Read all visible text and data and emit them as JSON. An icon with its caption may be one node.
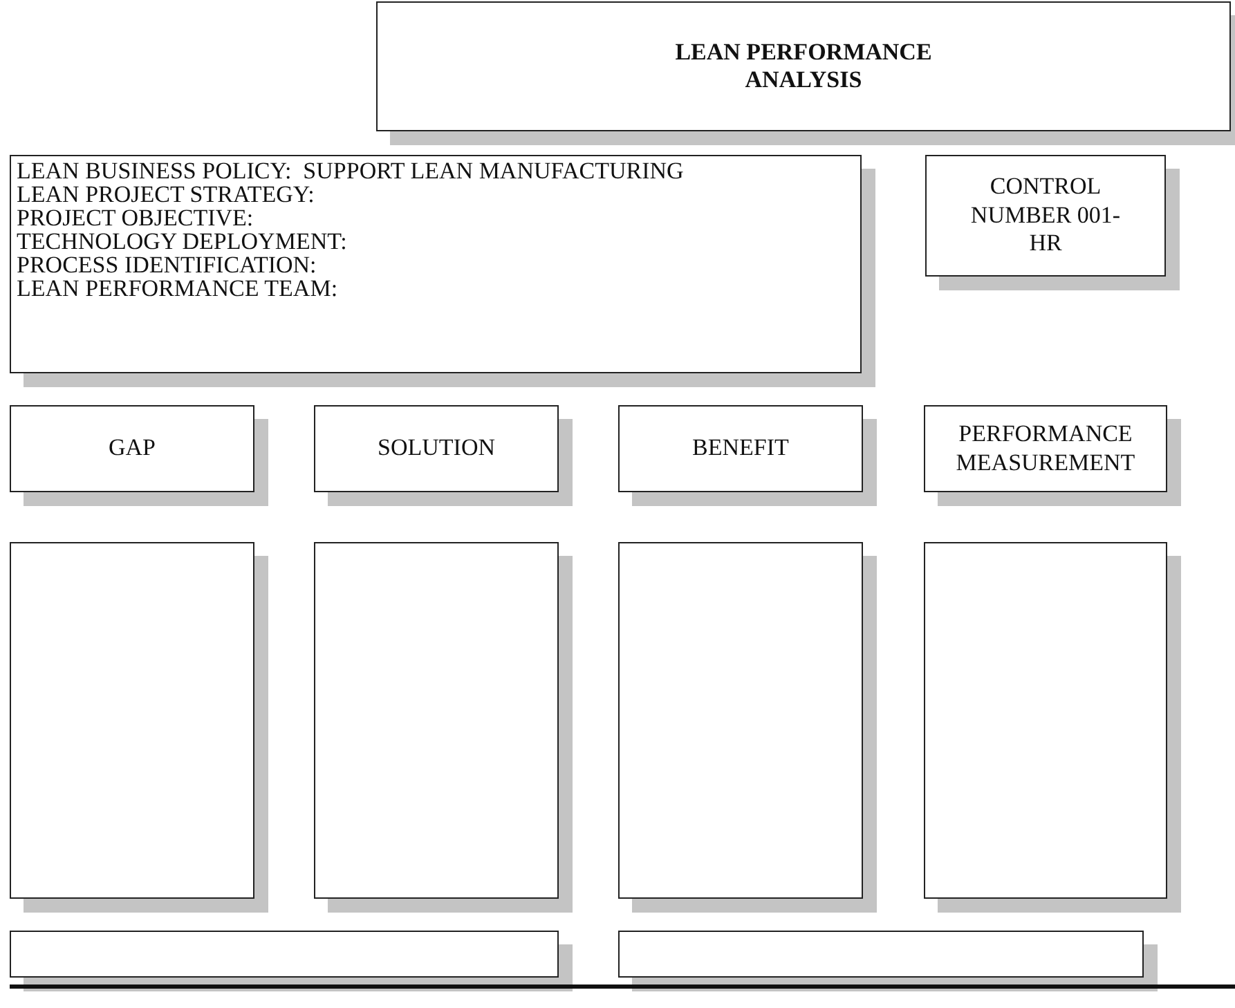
{
  "diagram": {
    "nodes": [
      {
        "text": [
          "LEAN PERFORMANCE ANALYSIS"
        ]
      },
      {
        "text": [
          "LEAN BUSINESS POLICY:  SUPPORT LEAN MANUFACTURING",
          "LEAN PROJECT STRATEGY:",
          "PROJECT OBJECTIVE:",
          "TECHNOLOGY DEPLOYMENT:",
          "PROCESS IDENTIFICATION:",
          "LEAN PERFORMANCE TEAM:"
        ]
      },
      {
        "text": [
          "CONTROL NUMBER 001-HR"
        ]
      },
      {
        "text": [
          "GAP"
        ]
      },
      {
        "text": [
          "SOLUTION"
        ]
      },
      {
        "text": [
          "BENEFIT"
        ]
      },
      {
        "text": [
          "PERFORMANCE MEASUREMENT"
        ]
      },
      {
        "text": [],
        "shape": "box"
      },
      {
        "text": [],
        "shape": "box"
      },
      {
        "text": [],
        "shape": "box"
      },
      {
        "text": [],
        "shape": "box"
      },
      {
        "text": [],
        "shape": "box"
      },
      {
        "text": [],
        "shape": "box"
      }
    ],
    "edges": []
  }
}
